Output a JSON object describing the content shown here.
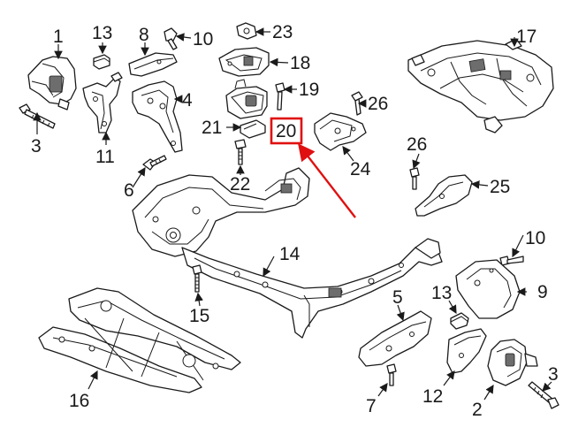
{
  "colors": {
    "line": "#1a1a1a",
    "highlight": "#e01010",
    "background": "#ffffff"
  },
  "highlighted_callout": "20",
  "callouts": {
    "c1": "1",
    "c2": "2",
    "c3a": "3",
    "c3b": "3",
    "c4": "4",
    "c5": "5",
    "c6": "6",
    "c7": "7",
    "c8": "8",
    "c9": "9",
    "c10a": "10",
    "c10b": "10",
    "c11": "11",
    "c12": "12",
    "c13a": "13",
    "c13b": "13",
    "c14": "14",
    "c15": "15",
    "c16": "16",
    "c17": "17",
    "c18": "18",
    "c19": "19",
    "c20": "20",
    "c21": "21",
    "c22": "22",
    "c23": "23",
    "c24": "24",
    "c25": "25",
    "c26a": "26",
    "c26b": "26"
  }
}
